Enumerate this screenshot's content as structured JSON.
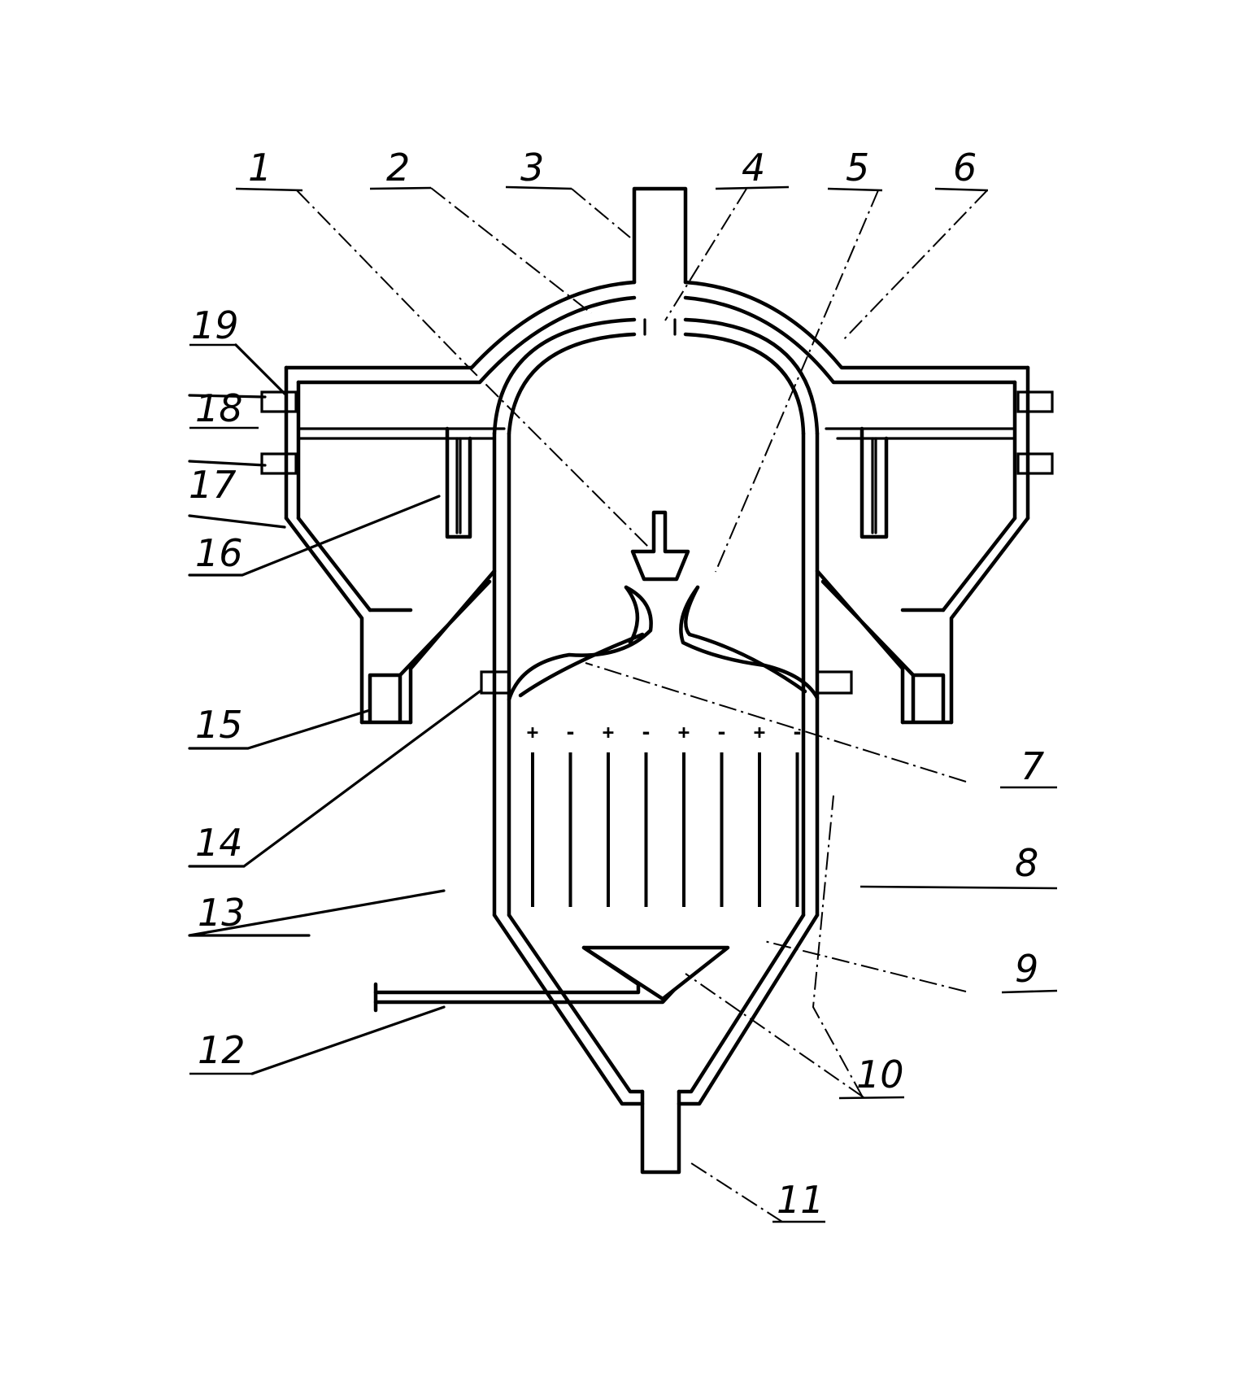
{
  "labels": [
    {
      "id": "1",
      "text": "1"
    },
    {
      "id": "2",
      "text": "2"
    },
    {
      "id": "3",
      "text": "3"
    },
    {
      "id": "4",
      "text": "4"
    },
    {
      "id": "5",
      "text": "5"
    },
    {
      "id": "6",
      "text": "6"
    },
    {
      "id": "7",
      "text": "7"
    },
    {
      "id": "8",
      "text": "8"
    },
    {
      "id": "9",
      "text": "9"
    },
    {
      "id": "10",
      "text": "10"
    },
    {
      "id": "11",
      "text": "11"
    },
    {
      "id": "12",
      "text": "12"
    },
    {
      "id": "13",
      "text": "13"
    },
    {
      "id": "14",
      "text": "14"
    },
    {
      "id": "15",
      "text": "15"
    },
    {
      "id": "16",
      "text": "16"
    },
    {
      "id": "17",
      "text": "17"
    },
    {
      "id": "18",
      "text": "18"
    },
    {
      "id": "19",
      "text": "19"
    }
  ],
  "electrode_polarity": [
    "+",
    "-",
    "+",
    "-",
    "+",
    "-",
    "+",
    "-"
  ]
}
